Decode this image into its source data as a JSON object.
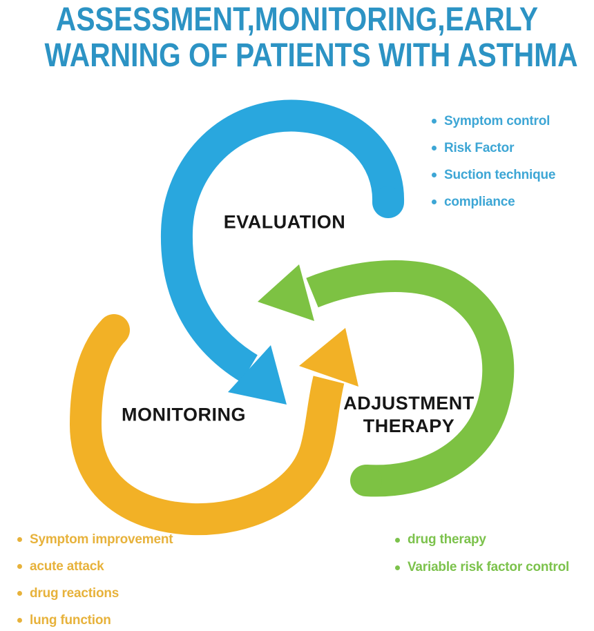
{
  "title": {
    "line1": "ASSESSMENT,MONITORING,EARLY",
    "line2": "WARNING OF PATIENTS WITH ASTHMA",
    "color": "#2C93C4"
  },
  "cycle": {
    "label_color": "#161616",
    "nodes": [
      {
        "id": "evaluation",
        "lines": [
          "EVALUATION"
        ],
        "color": "#29A7DE"
      },
      {
        "id": "monitoring",
        "lines": [
          "MONITORING"
        ],
        "color": "#F2B126"
      },
      {
        "id": "adjustment-therapy",
        "lines": [
          "ADJUSTMENT",
          "THERAPY"
        ],
        "color": "#7DC243"
      }
    ]
  },
  "lists": {
    "evaluation": {
      "color": "#3DA6D5",
      "items": [
        "Symptom control",
        "Risk Factor",
        "Suction technique",
        "compliance"
      ]
    },
    "monitoring": {
      "color": "#E7B23B",
      "items": [
        "Symptom improvement",
        "acute attack",
        "drug reactions",
        "lung function"
      ]
    },
    "adjustment": {
      "color": "#7CC24C",
      "items": [
        "drug therapy",
        "Variable risk factor control"
      ]
    }
  }
}
